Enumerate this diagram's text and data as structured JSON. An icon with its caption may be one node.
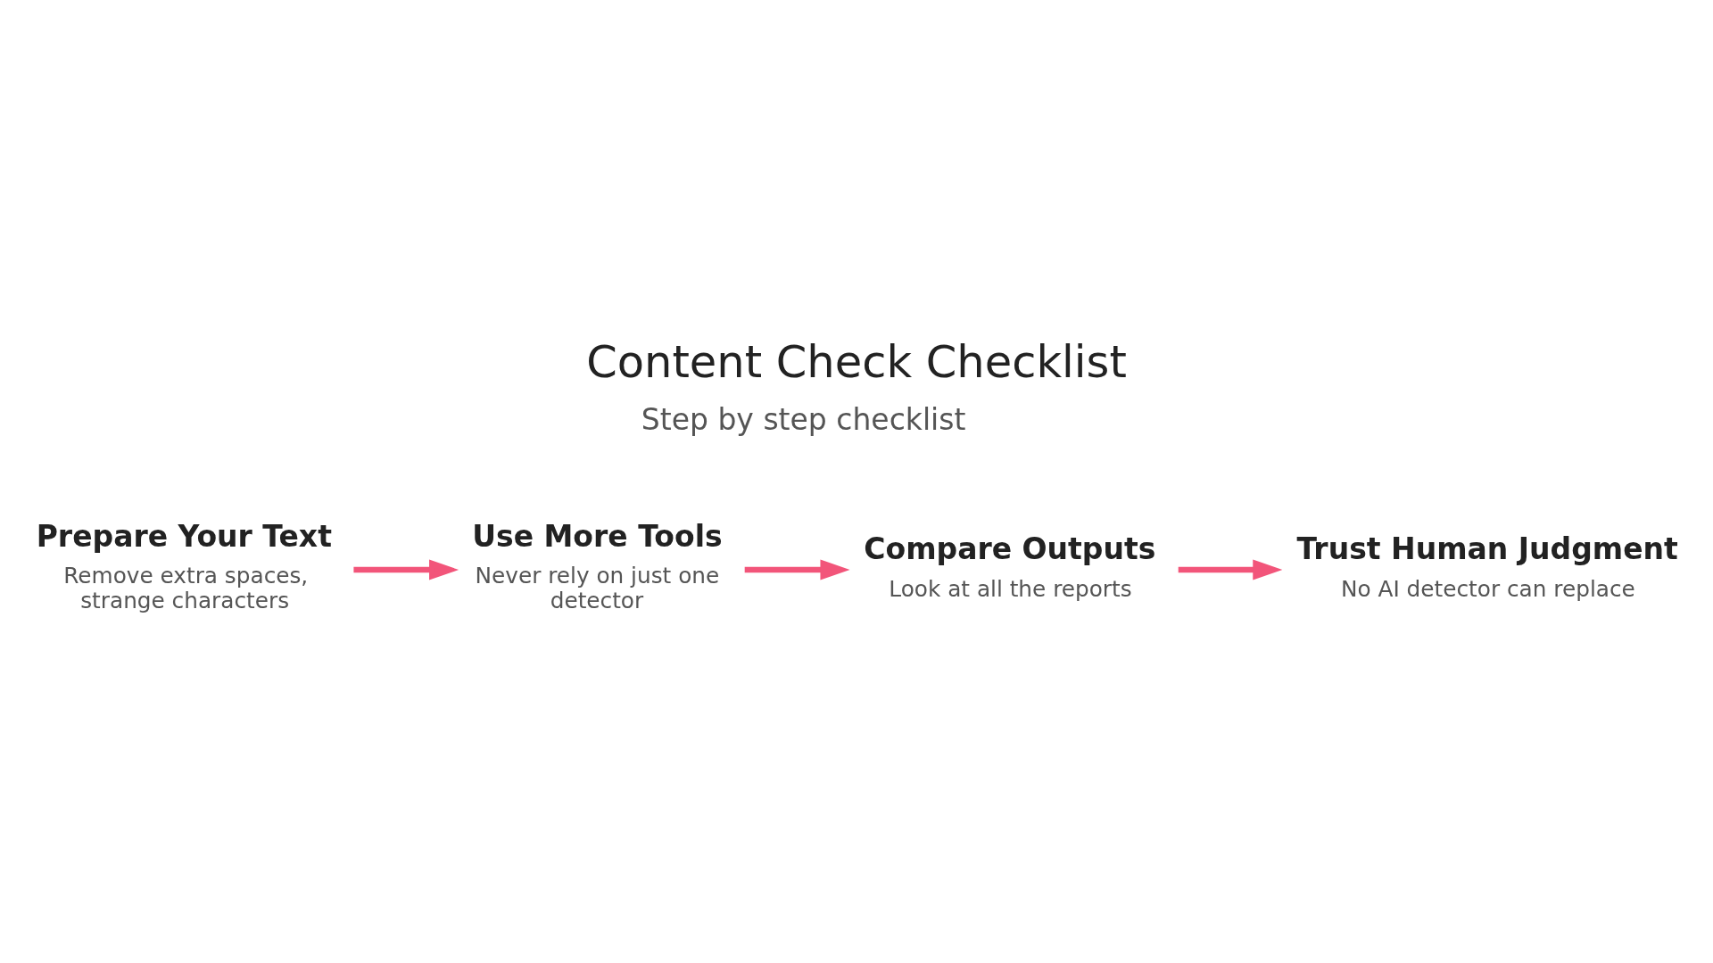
{
  "diagram": {
    "title": "Content Check Checklist",
    "nodes": [
      {
        "text": [
          "Prepare Your Text",
          "Remove extra spaces, strange characters"
        ]
      },
      {
        "text": [
          "Use More Tools",
          "Never rely on just one detector"
        ]
      },
      {
        "text": [
          "Compare Outputs",
          "Look at all the reports"
        ]
      },
      {
        "text": [
          "Trust Human Judgment",
          "No AI detector can replace"
        ]
      }
    ],
    "edges": [
      {
        "from": 0,
        "to": 1,
        "arrow": "to"
      },
      {
        "from": 1,
        "to": 2,
        "arrow": "to"
      },
      {
        "from": 2,
        "to": 3,
        "arrow": "to"
      }
    ],
    "labels": [
      "Step by step checklist"
    ]
  }
}
